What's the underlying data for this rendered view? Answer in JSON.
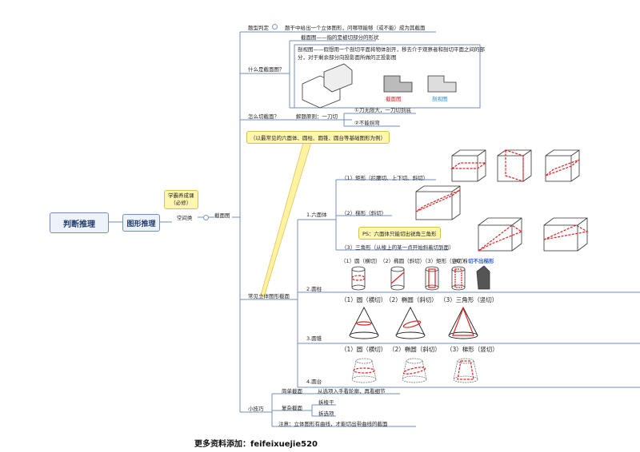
{
  "root": "判断推理",
  "level1": "图形推理",
  "note_learning": "学霸养成课\n（必修）",
  "space": "空间类",
  "section": "截面图",
  "type_judge": {
    "label": "题型判定",
    "text": "题干中给出一个立体图形，问哪项能够（或不能）成为其截面"
  },
  "what": {
    "label": "什么是截面图？",
    "line1": "截面图——指的是被切部分的形状",
    "line2": "剖视图——假想用一个剖切平面将物体剖开，移去介于观察者和剖切平面之间的部",
    "line3": "分，对于剩余部分向投影面所做的正投影图",
    "red_caption": "截面图",
    "blue_caption": "剖视图"
  },
  "how": {
    "label": "怎么切截面？",
    "rule": "解题原则：一刀切",
    "r1": "①刀无限大，一刀切到底",
    "r2": "②不能拐弯"
  },
  "common_note": "（以最常见的六面体、圆柱、圆锥、圆台等基础图形为例）",
  "common_label": "常见立体图形截面",
  "hexa": {
    "label": "1.六面体",
    "rect": "（1）矩形（拦腰切、上下切、斜切）",
    "trap": "（2）梯形（斜切）",
    "ps": "PS：六面体只能切出锐角三角形",
    "tri": "（3）三角形（从棱上的某一点开始斜着切到面）"
  },
  "cyl": {
    "label": "2.圆柱",
    "top": [
      "（1）圆（横切）",
      "（2）椭圆（斜切）",
      "（3）矩形（竖切）",
      "（4）梯形（竖切）"
    ],
    "top_red": "切不出梯形"
  },
  "cone": {
    "label": "3.圆锥",
    "top": [
      "（1）圆（横切）",
      "（2）椭圆（斜切）",
      "（3）三角形（竖切）"
    ]
  },
  "frustum": {
    "label": "4.圆台",
    "top": [
      "（1）圆（横切）",
      "（2）椭圆（斜切）",
      "（3）梯形（竖切）"
    ]
  },
  "tips": {
    "label": "小技巧",
    "simple": "简单截面",
    "simple_text": "从选项入手看轮廓，再看细节",
    "complex": "复杂截面",
    "c1": "拆棱干",
    "c2": "拆选项",
    "notice": "注意：立体图形有曲线，才能切出带曲线的截面"
  },
  "footer": "更多资料添加：feifeixuejie520"
}
